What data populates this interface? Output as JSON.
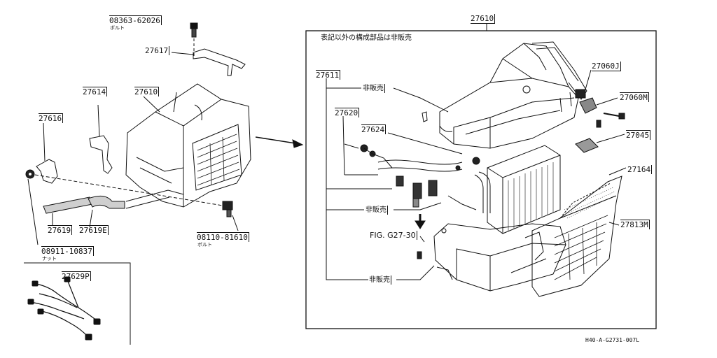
{
  "labels": {
    "bolt_top_part": "08363-62026",
    "bolt_top_note": "ボルト",
    "p27617": "27617",
    "p27614": "27614",
    "p27610_left": "27610",
    "p27616": "27616",
    "p27619": "27619",
    "p27619e": "27619E",
    "nut_part": "08911-10837",
    "nut_note": "ナット",
    "bolt_bottom_part": "08110-81610",
    "bolt_bottom_note": "ボルト",
    "p27629p": "27629P",
    "p27610_top": "27610",
    "p27611": "27611",
    "p27620": "27620",
    "p27624": "27624",
    "p27060j": "27060J",
    "p27060m": "27060M",
    "p27045": "27045",
    "p27164": "27164",
    "p27813m": "27813M",
    "not_sold_1": "非販売",
    "not_sold_2": "非販売",
    "not_sold_3": "非販売",
    "fig_ref": "FIG. G27-30",
    "note": "表記以外の構成部品は非販売",
    "diagram_code": "H40-A-G2731-007L"
  }
}
